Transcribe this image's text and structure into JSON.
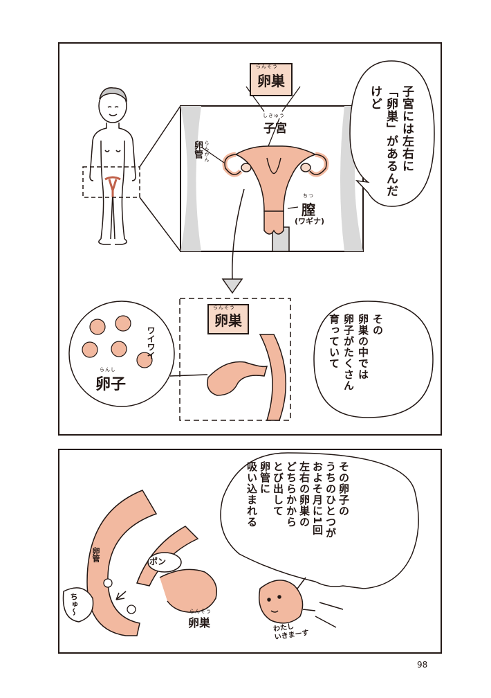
{
  "panel1": {
    "ovary_title": "卵巣",
    "ovary_title_ruby": "らんそう",
    "uterus_label": "子宮",
    "uterus_ruby": "しきゅう",
    "tube_label": "卵管",
    "tube_ruby": "らんかん",
    "vagina_label": "膣",
    "vagina_ruby": "ちつ",
    "vagina_note": "(ワギナ)",
    "bubble_lines": [
      "子宮には左右に",
      "「卵巣」があるんだけど"
    ]
  },
  "panel2": {
    "ovary_title": "卵巣",
    "ovary_title_ruby": "らんそう",
    "egg_label": "卵子",
    "egg_ruby": "らんし",
    "eggs_sfx": "ワイワイ",
    "bubble_lines": [
      "その",
      "卵巣の中では",
      "卵子がたくさん",
      "育っていて"
    ]
  },
  "panel3": {
    "bubble_lines": [
      "その卵子の",
      "うちのひとつが",
      "およそ月に1回",
      "左右の卵巣の",
      "どちらかから",
      "とび出して",
      "卵管に",
      "吸い込まれる"
    ],
    "pon_sfx": "ポン",
    "chu_sfx": "ちゅ〜",
    "tube_label": "卵管",
    "ovary_label": "卵巣",
    "ovary_ruby": "らんそう",
    "egg_speech": [
      "わたし",
      "いきまーす"
    ]
  },
  "page_number": "98",
  "colors": {
    "ink": "#231815",
    "pink": "#f2b9a0",
    "pink_light": "#f7d9c8",
    "grey": "#d9d9d9"
  }
}
